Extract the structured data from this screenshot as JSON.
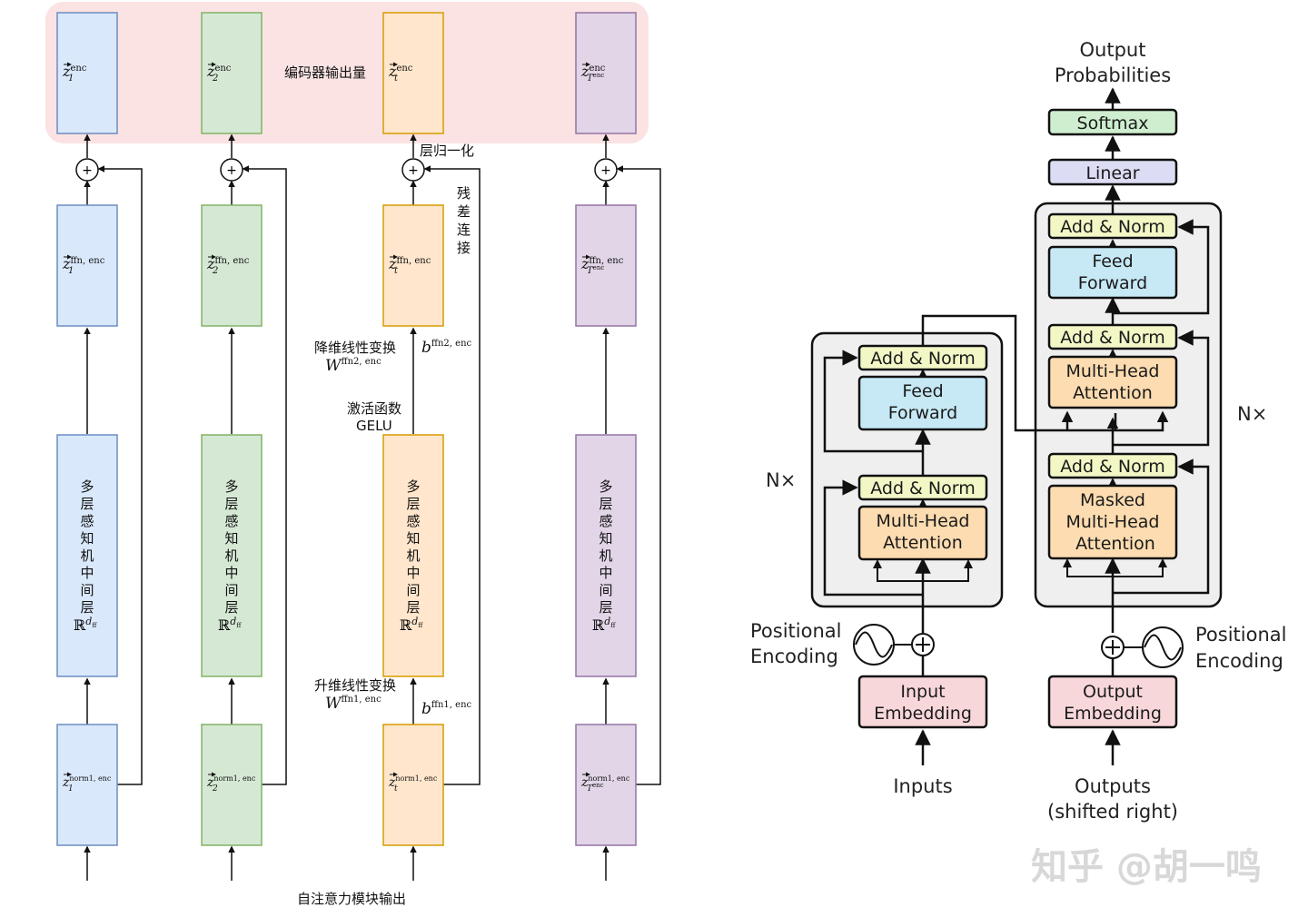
{
  "left": {
    "top_label": "编码器输出量",
    "layernorm_label": "层归一化",
    "residual_label": [
      "残",
      "差",
      "连",
      "接"
    ],
    "down_proj": {
      "cn": "降维线性变换",
      "w": "W",
      "w_sup": "ffn2, enc",
      "b": "b",
      "b_sup": "ffn2, enc"
    },
    "activation": {
      "cn": "激活函数",
      "name": "GELU"
    },
    "up_proj": {
      "cn": "升维线性变换",
      "w": "W",
      "w_sup": "ffn1, enc",
      "b": "b",
      "b_sup": "ffn1, enc"
    },
    "bottom_label": "自注意力模块输出",
    "mlp_chars": [
      "多",
      "层",
      "感",
      "知",
      "机",
      "中",
      "间",
      "层"
    ],
    "mlp_space": "ℝ",
    "mlp_space_sup": "d",
    "mlp_space_sub": "ff",
    "columns": [
      {
        "idx": "1",
        "fill": "#dae8fc",
        "stroke": "#6c8ebf",
        "out_sup": "enc",
        "ffn_sup": "ffn, enc",
        "norm_sup": "norm1, enc"
      },
      {
        "idx": "2",
        "fill": "#d5e8d4",
        "stroke": "#82b366",
        "out_sup": "enc",
        "ffn_sup": "ffn, enc",
        "norm_sup": "norm1, enc"
      },
      {
        "idx": "t",
        "fill": "#ffe6cc",
        "stroke": "#d79b00",
        "out_sup": "enc",
        "ffn_sup": "ffn, enc",
        "norm_sup": "norm1, enc"
      },
      {
        "idx": "T",
        "idx_sup": "enc",
        "fill": "#e1d5e7",
        "stroke": "#9673a6",
        "out_sup": "enc",
        "ffn_sup": "ffn, enc",
        "norm_sup": "norm1, enc"
      }
    ],
    "plus": "+"
  },
  "right": {
    "output_probabilities": [
      "Output",
      "Probabilities"
    ],
    "softmax": "Softmax",
    "linear": "Linear",
    "add_norm": "Add & Norm",
    "feed_forward": [
      "Feed",
      "Forward"
    ],
    "multi_head_attention": [
      "Multi-Head",
      "Attention"
    ],
    "masked_mha": [
      "Masked",
      "Multi-Head",
      "Attention"
    ],
    "nx": "N×",
    "positional_encoding": [
      "Positional",
      "Encoding"
    ],
    "input_embedding": [
      "Input",
      "Embedding"
    ],
    "output_embedding": [
      "Output",
      "Embedding"
    ],
    "inputs": "Inputs",
    "outputs": [
      "Outputs",
      "(shifted right)"
    ],
    "colors": {
      "add_norm": "#f3f7c6",
      "ff": "#c7e8f5",
      "mha": "#fcdcb0",
      "emb": "#f8d7da",
      "linear": "#dcdcf4",
      "softmax": "#cfeecf",
      "block": "#efefef"
    }
  },
  "watermark": "知乎 @胡一鸣"
}
